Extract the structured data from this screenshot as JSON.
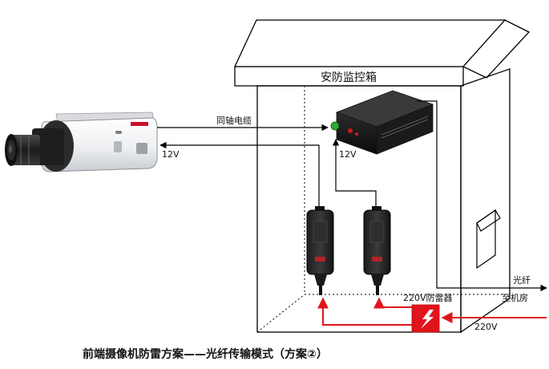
{
  "diagram": {
    "cabinet_title": "安防监控箱",
    "coax_label": "同轴电缆",
    "camera_power_label": "12V",
    "transceiver_power_label": "12V",
    "fiber_label": "光纤",
    "to_room_label": "至机房",
    "surge_label": "220V防雷器",
    "mains_label": "220V",
    "caption": "前端摄像机防雷方案——光纤传输模式（方案②）"
  },
  "colors": {
    "line": "#000000",
    "power_line": "#e0141a",
    "surge_box": "#e0141a",
    "led_green": "#2fa836",
    "led_red": "#d8161b"
  },
  "icons": [
    "camera-icon",
    "fiber-transceiver-icon",
    "power-adapter-icon",
    "surge-protector-icon"
  ]
}
